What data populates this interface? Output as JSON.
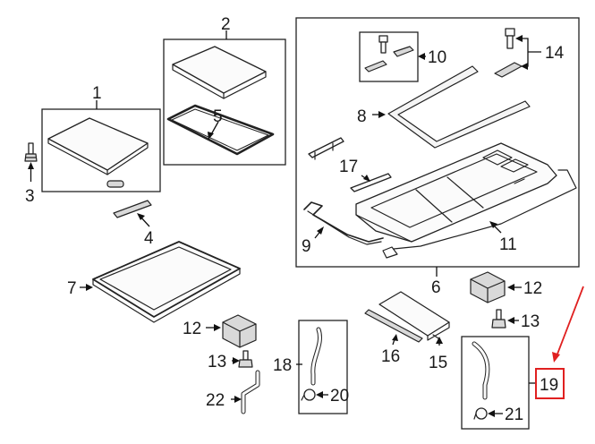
{
  "labels": {
    "p1": "1",
    "p2": "2",
    "p3": "3",
    "p4": "4",
    "p5": "5",
    "p6": "6",
    "p7": "7",
    "p8": "8",
    "p9": "9",
    "p10": "10",
    "p11": "11",
    "p12a": "12",
    "p12b": "12",
    "p13a": "13",
    "p13b": "13",
    "p14": "14",
    "p15": "15",
    "p16": "16",
    "p17": "17",
    "p18": "18",
    "p19": "19",
    "p20": "20",
    "p21": "21",
    "p22": "22"
  },
  "colors": {
    "highlight": "#e02020",
    "line": "#222222"
  }
}
